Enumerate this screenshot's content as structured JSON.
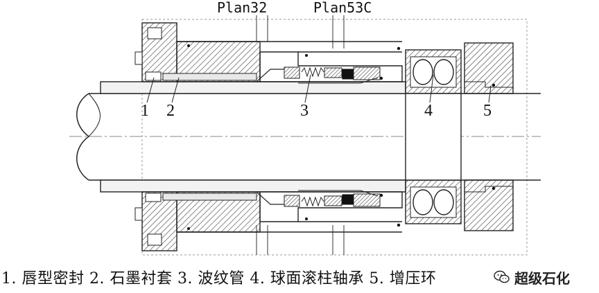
{
  "plans": {
    "plan32": "Plan32",
    "plan53c": "Plan53C"
  },
  "parts": [
    {
      "num": "1",
      "name": "唇型密封"
    },
    {
      "num": "2",
      "name": "石墨衬套"
    },
    {
      "num": "3",
      "name": "波纹管"
    },
    {
      "num": "4",
      "name": "球面滚柱轴承"
    },
    {
      "num": "5",
      "name": "增压环"
    }
  ],
  "caption": "1. 唇型密封 2. 石墨衬套 3. 波纹管 4. 球面滚柱轴承 5. 增压环",
  "watermark": {
    "text": "超级石化",
    "icon": "wechat-icon"
  },
  "colors": {
    "line": "#222222",
    "hatch": "#555555",
    "seal_dark": "#111111",
    "dash": "#888888"
  }
}
